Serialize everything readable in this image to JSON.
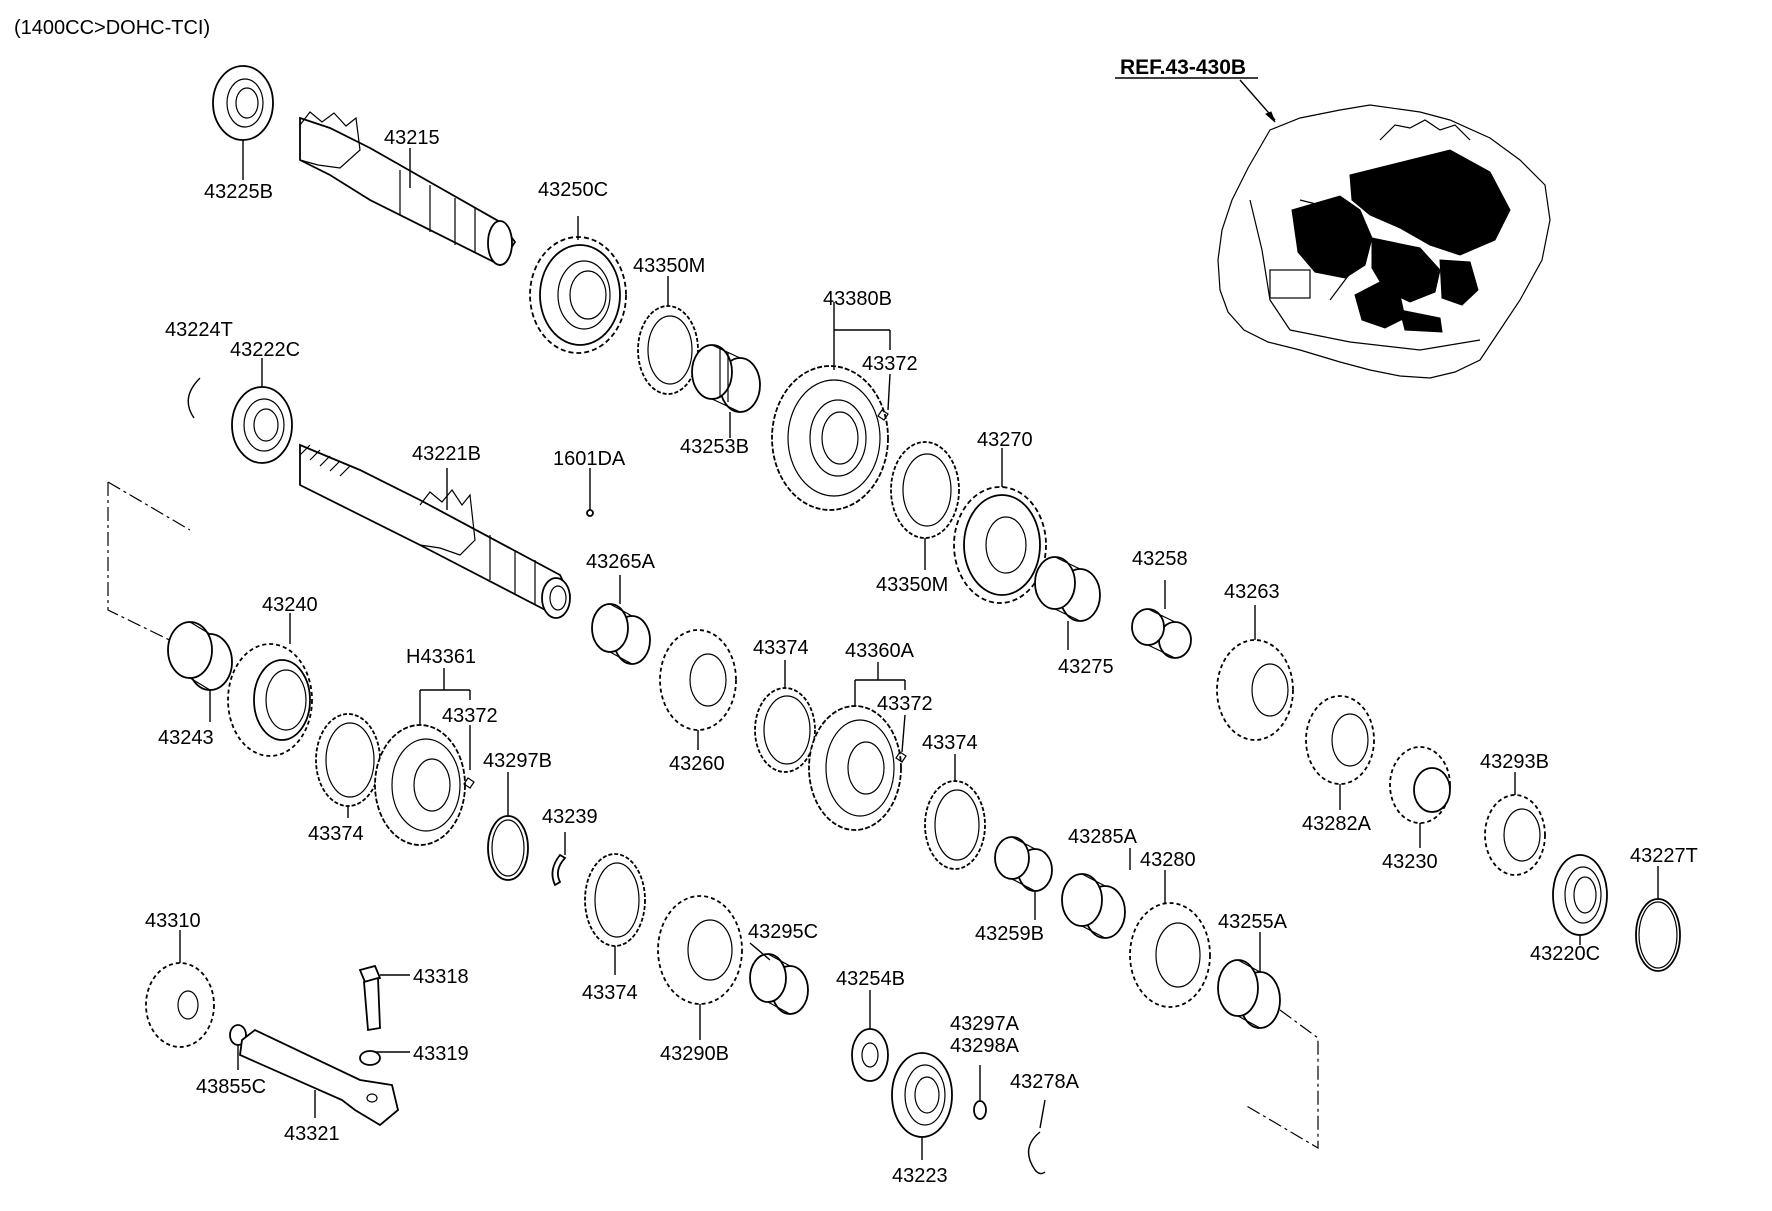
{
  "header": {
    "variant": "(1400CC>DOHC-TCI)"
  },
  "reference": {
    "label": "REF.43-430B"
  },
  "parts": [
    "43225B",
    "43215",
    "43250C",
    "43350M",
    "43380B",
    "43372",
    "43224T",
    "43222C",
    "43253B",
    "43221B",
    "1601DA",
    "43270",
    "43350M",
    "43265A",
    "43258",
    "43240",
    "43263",
    "H43361",
    "43372",
    "43374",
    "43360A",
    "43372",
    "43243",
    "43260",
    "43297B",
    "43374",
    "43275",
    "43282A",
    "43293B",
    "43374",
    "43239",
    "43285A",
    "43280",
    "43230",
    "43227T",
    "43259B",
    "43310",
    "43295C",
    "43255A",
    "43220C",
    "43318",
    "43374",
    "43254B",
    "43319",
    "43297A",
    "43298A",
    "43290B",
    "43855C",
    "43278A",
    "43321",
    "43223"
  ]
}
